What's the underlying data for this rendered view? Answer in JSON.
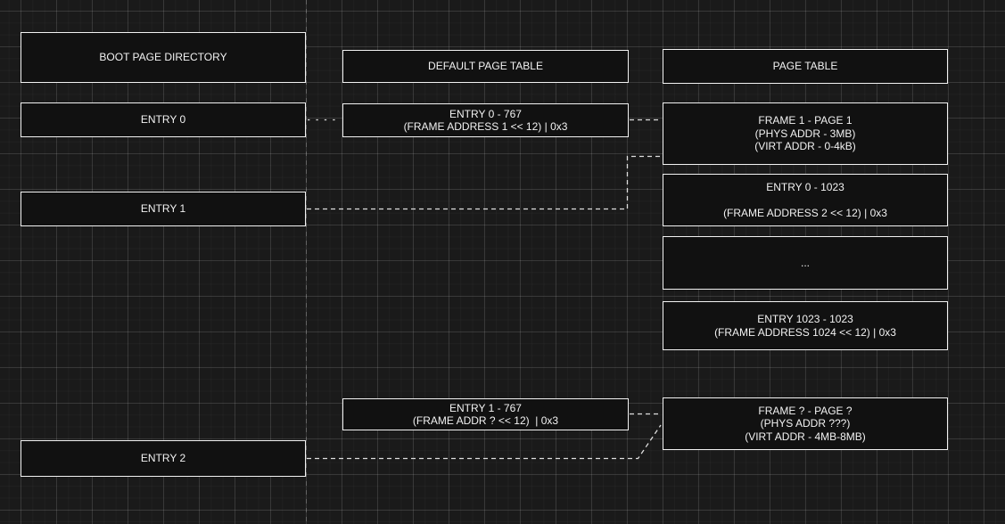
{
  "canvas": {
    "background": "#1a1a1a",
    "box_fill": "#111111",
    "box_border": "#f2f2f2",
    "text_color": "#f2f2f2",
    "connector_color": "#dedede"
  },
  "columns": {
    "boot_page_directory": {
      "header": "BOOT PAGE DIRECTORY",
      "entries": {
        "entry0": "ENTRY 0",
        "entry1": "ENTRY 1",
        "entry2": "ENTRY 2"
      }
    },
    "default_page_table": {
      "header": "DEFAULT PAGE TABLE",
      "entries": {
        "entry0_767": "ENTRY 0 - 767\n(FRAME ADDRESS 1 << 12) | 0x3",
        "entry1_767": "ENTRY 1 - 767\n(FRAME ADDR ? << 12)  | 0x3"
      }
    },
    "page_table": {
      "header": "PAGE TABLE",
      "entries": {
        "frame1_page1": "FRAME 1 - PAGE 1\n(PHYS ADDR - 3MB)\n(VIRT ADDR - 0-4kB)",
        "entry0_1023": "ENTRY 0 - 1023\n\n(FRAME ADDRESS 2 << 12) | 0x3",
        "ellipsis": "...",
        "entry1023_1023": "ENTRY 1023 - 1023\n(FRAME ADDRESS 1024 << 12) | 0x3",
        "frameq_pageq": "FRAME ? - PAGE ?\n(PHYS ADDR ???)\n(VIRT ADDR - 4MB-8MB)"
      }
    }
  },
  "connectors": [
    {
      "from": "boot entry0",
      "to": "default entry0_767",
      "style": "dotted"
    },
    {
      "from": "default entry0_767",
      "to": "page_table frame1_page1",
      "style": "dashed"
    },
    {
      "from": "boot entry1",
      "to": "page_table frame1_page1",
      "style": "dashed"
    },
    {
      "from": "default entry1_767",
      "to": "page_table frameq_pageq",
      "style": "dashed"
    },
    {
      "from": "boot entry2",
      "to": "page_table frameq_pageq",
      "style": "dashed"
    }
  ]
}
